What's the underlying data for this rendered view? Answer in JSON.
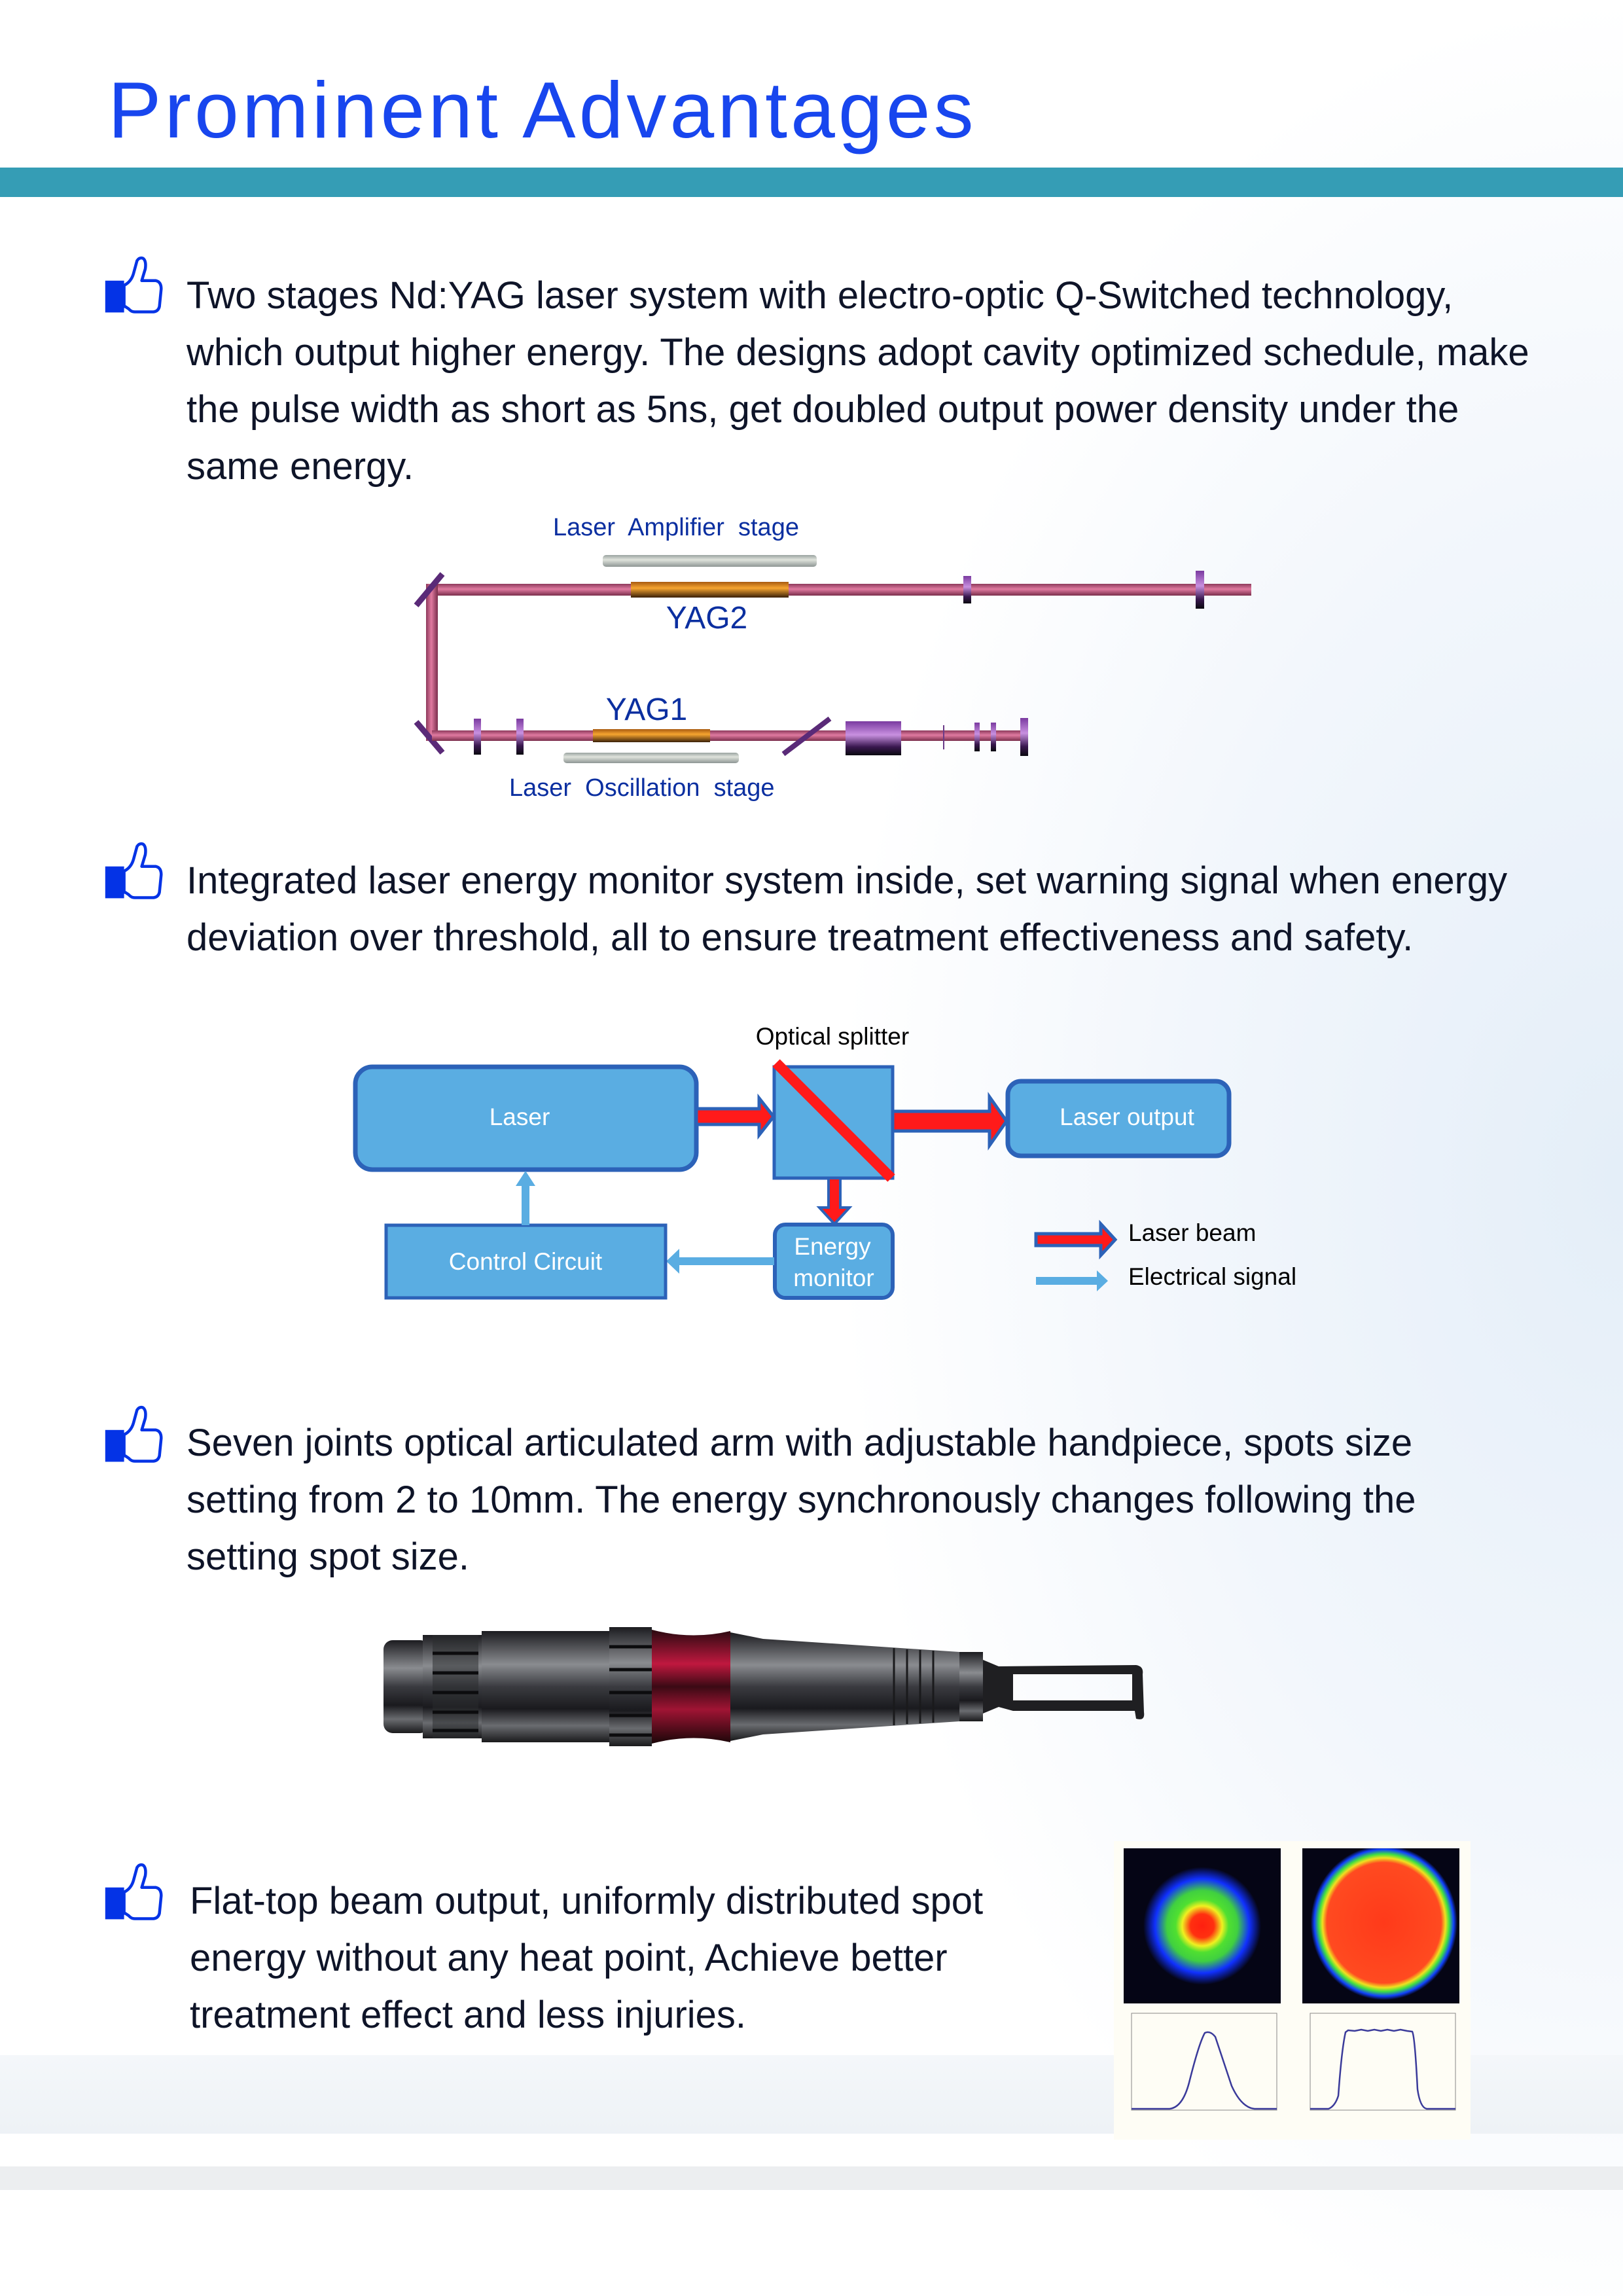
{
  "header": {
    "title": "Prominent Advantages"
  },
  "advantages": [
    {
      "icon": "thumbs-up-icon",
      "lines": [
        "Two stages Nd:YAG laser system with electro-optic Q-Switched technology,",
        "which output higher energy. The designs adopt cavity optimized schedule, make",
        "the pulse width as short as 5ns, get doubled output power density under the",
        "same energy."
      ]
    },
    {
      "icon": "thumbs-up-icon",
      "lines": [
        "Integrated laser energy monitor system inside, set warning signal when energy",
        "deviation over threshold, all to ensure treatment effectiveness and safety."
      ]
    },
    {
      "icon": "thumbs-up-icon",
      "lines": [
        "Seven joints optical articulated arm with adjustable handpiece, spots size",
        "setting from 2 to 10mm. The energy synchronously changes following the",
        "setting spot size."
      ]
    },
    {
      "icon": "thumbs-up-icon",
      "lines": [
        "Flat-top beam output, uniformly distributed spot",
        "energy without any heat point, Achieve better",
        "treatment effect and less injuries."
      ]
    }
  ],
  "laser_diagram": {
    "amplifier_label": "Laser  Amplifier  stage",
    "yag2": "YAG2",
    "yag1": "YAG1",
    "oscillation_label": "Laser  Oscillation  stage"
  },
  "monitor_diagram": {
    "splitter_label": "Optical splitter",
    "laser": "Laser",
    "laser_output": "Laser output",
    "control_circuit": "Control Circuit",
    "energy_monitor": [
      "Energy",
      "monitor"
    ],
    "legend": {
      "laser_beam": "Laser beam",
      "electrical_signal": "Electrical signal"
    }
  },
  "colors": {
    "title": "#1846EE",
    "bar": "#359DB5",
    "box": "#5AADE2",
    "box_border": "#2C62B8",
    "beam": "#FF1A1A"
  }
}
